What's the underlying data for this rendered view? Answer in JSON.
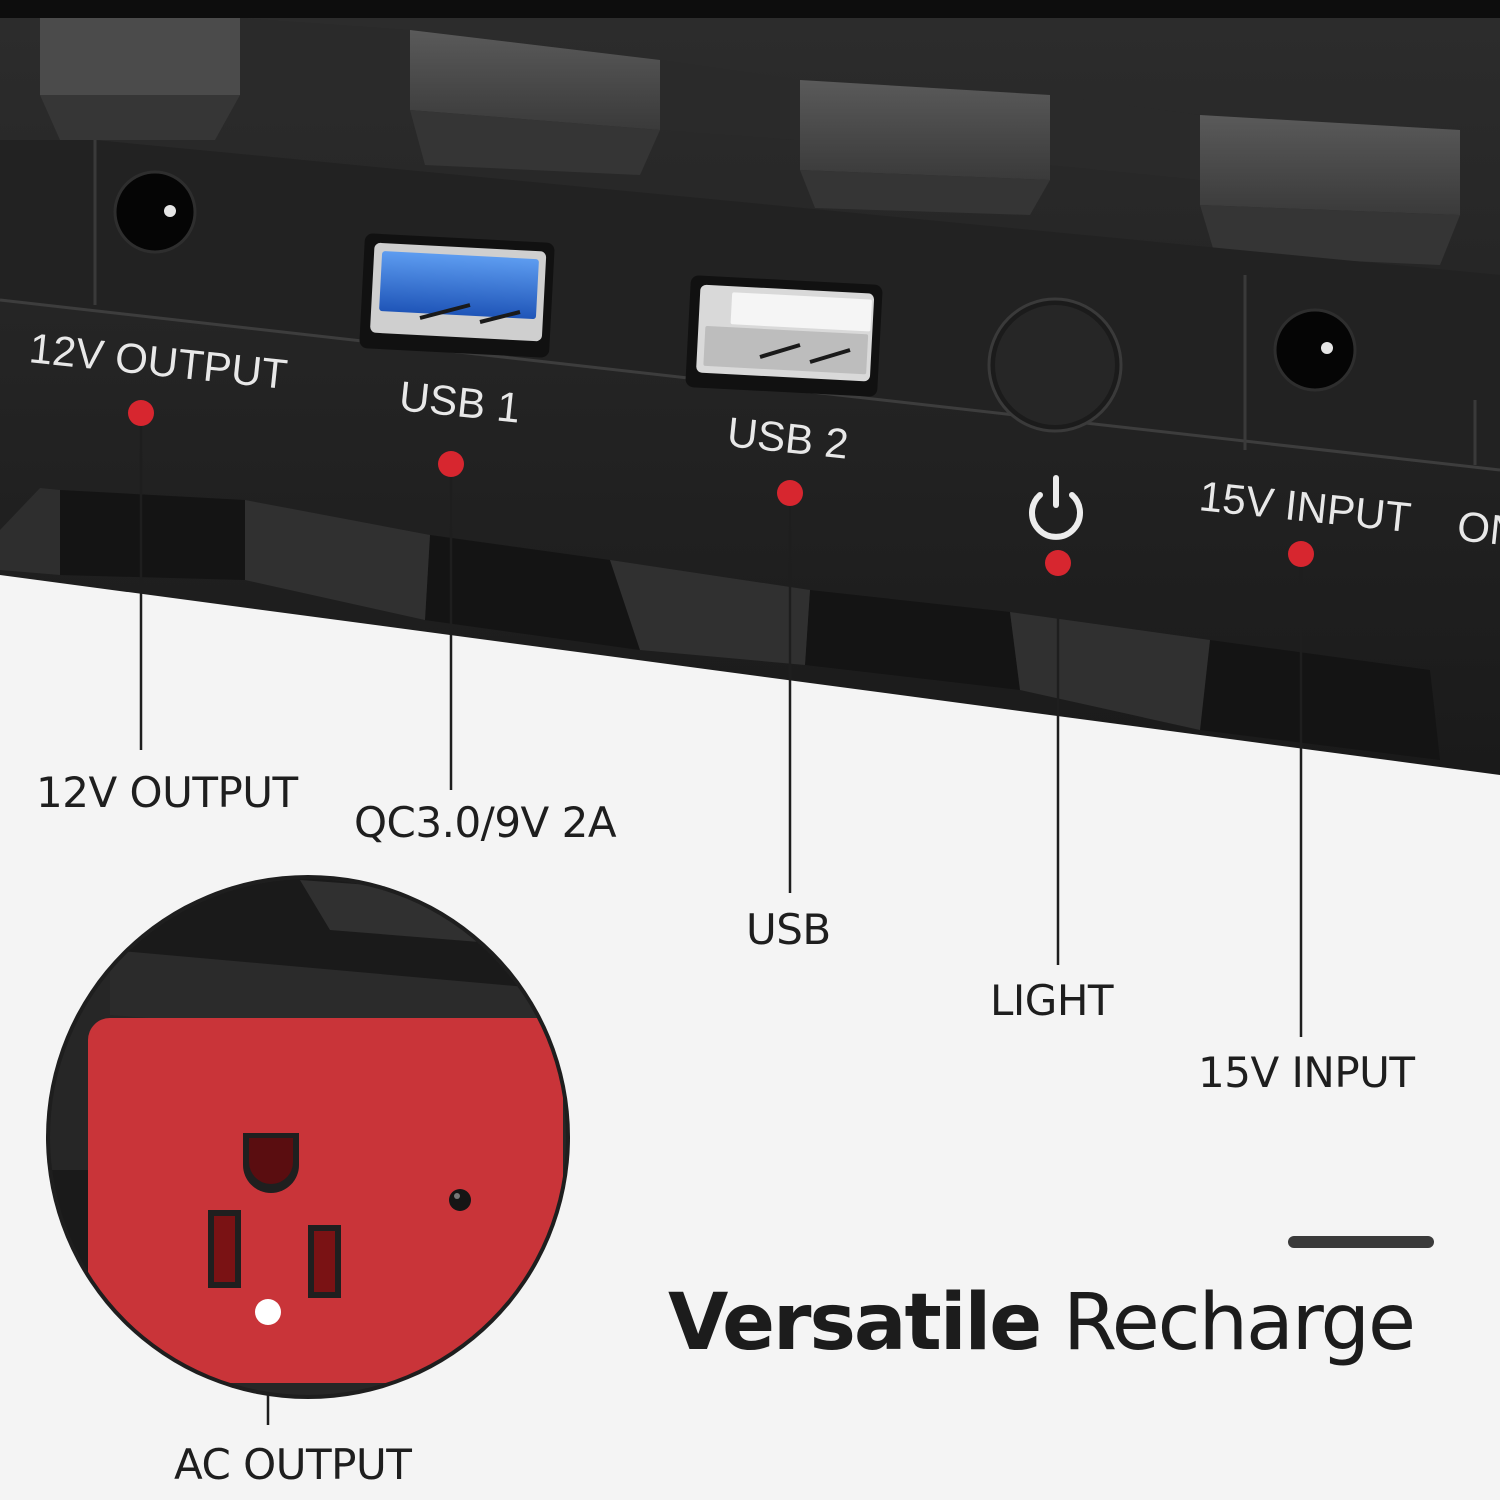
{
  "device_labels": {
    "dc_out": "12V OUTPUT",
    "usb1": "USB 1",
    "usb2": "USB 2",
    "dc_in": "15V INPUT",
    "clipped": "ON"
  },
  "callouts": {
    "dc_out": "12V OUTPUT",
    "usb1": "QC3.0/9V 2A",
    "usb2": "USB",
    "light": "LIGHT",
    "dc_in": "15V INPUT",
    "ac_out": "AC OUTPUT"
  },
  "headline": {
    "bold": "Versatile",
    "light": "Recharge"
  },
  "icons": {
    "power": "power-icon"
  },
  "colors": {
    "background": "#f4f4f4",
    "device_body": "#1f1f1f",
    "dot": "#d7262f",
    "usb_qc": "#2f6fd6",
    "ac_panel": "#c93439",
    "text": "#1e1e1e"
  }
}
